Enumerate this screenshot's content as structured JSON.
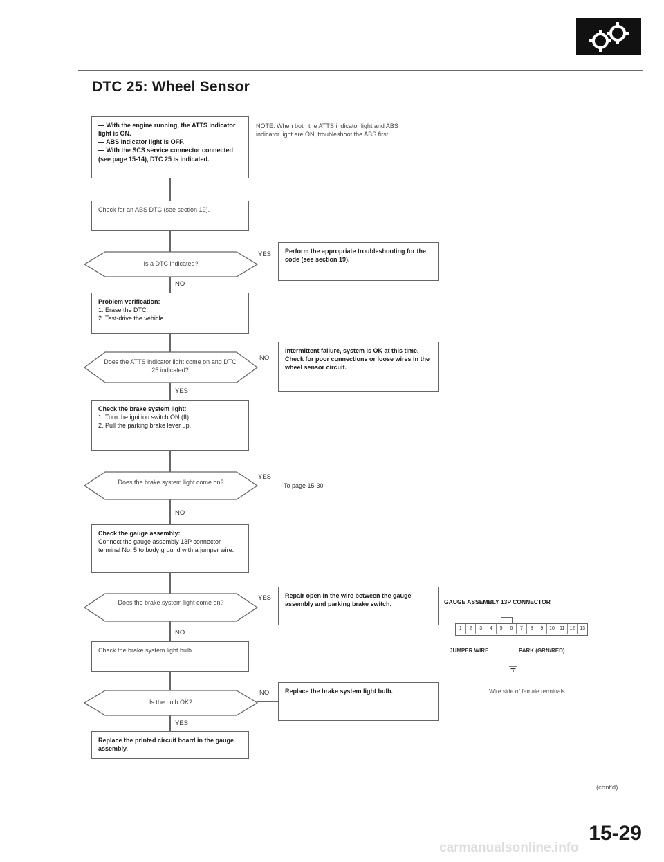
{
  "header": {
    "title": "DTC 25: Wheel Sensor"
  },
  "note": "NOTE: When both the ATTS indicator light and ABS indicator light are ON, troubleshoot the ABS first.",
  "flow": {
    "start": [
      "— With the engine running, the ATTS indicator light is ON.",
      "— ABS indicator light is OFF.",
      "— With the SCS service connector connected (see page 15-14), DTC 25 is indicated."
    ],
    "check_abs": "Check for an ABS DTC (see section 19).",
    "q1": "Is a DTC indicated?",
    "q1_yes_action": "Perform the appropriate troubleshooting for the code (see section 19).",
    "problem_verification": {
      "title": "Problem verification:",
      "steps": [
        "1.  Erase the DTC.",
        "2.  Test-drive the vehicle."
      ]
    },
    "q2": "Does the ATTS indicator light come on and DTC 25 indicated?",
    "q2_no_action": "Intermittent failure, system is OK at this time. Check for poor connections or loose wires in the wheel sensor circuit.",
    "check_brake": {
      "title": "Check the brake system light:",
      "steps": [
        "1.  Turn the ignition switch ON (II).",
        "2.  Pull the parking brake lever up."
      ]
    },
    "q3": "Does the brake system light come on?",
    "q3_yes_action": "To page 15-30",
    "check_gauge": {
      "title": "Check the gauge assembly:",
      "text": "Connect the gauge assembly 13P connector terminal No. 5 to body ground with a jumper wire."
    },
    "q4": "Does the brake system light come on?",
    "q4_yes_action": "Repair open in the wire between the gauge assembly and parking brake switch.",
    "check_bulb": "Check the brake system light bulb.",
    "q5": "Is the bulb OK?",
    "q5_no_action": "Replace the brake system light bulb.",
    "final": "Replace the printed circuit board in the gauge assembly."
  },
  "labels": {
    "yes": "YES",
    "no": "NO"
  },
  "connector": {
    "title": "GAUGE ASSEMBLY 13P CONNECTOR",
    "pins": [
      "1",
      "2",
      "3",
      "4",
      "5",
      "6",
      "7",
      "8",
      "9",
      "10",
      "11",
      "12",
      "13"
    ],
    "jumper": "JUMPER WIRE",
    "park": "PARK (GRN/RED)",
    "caption": "Wire side of female terminals"
  },
  "footer": {
    "contd": "(cont'd)",
    "page": "15-29",
    "watermark": "carmanualsonline.info"
  }
}
